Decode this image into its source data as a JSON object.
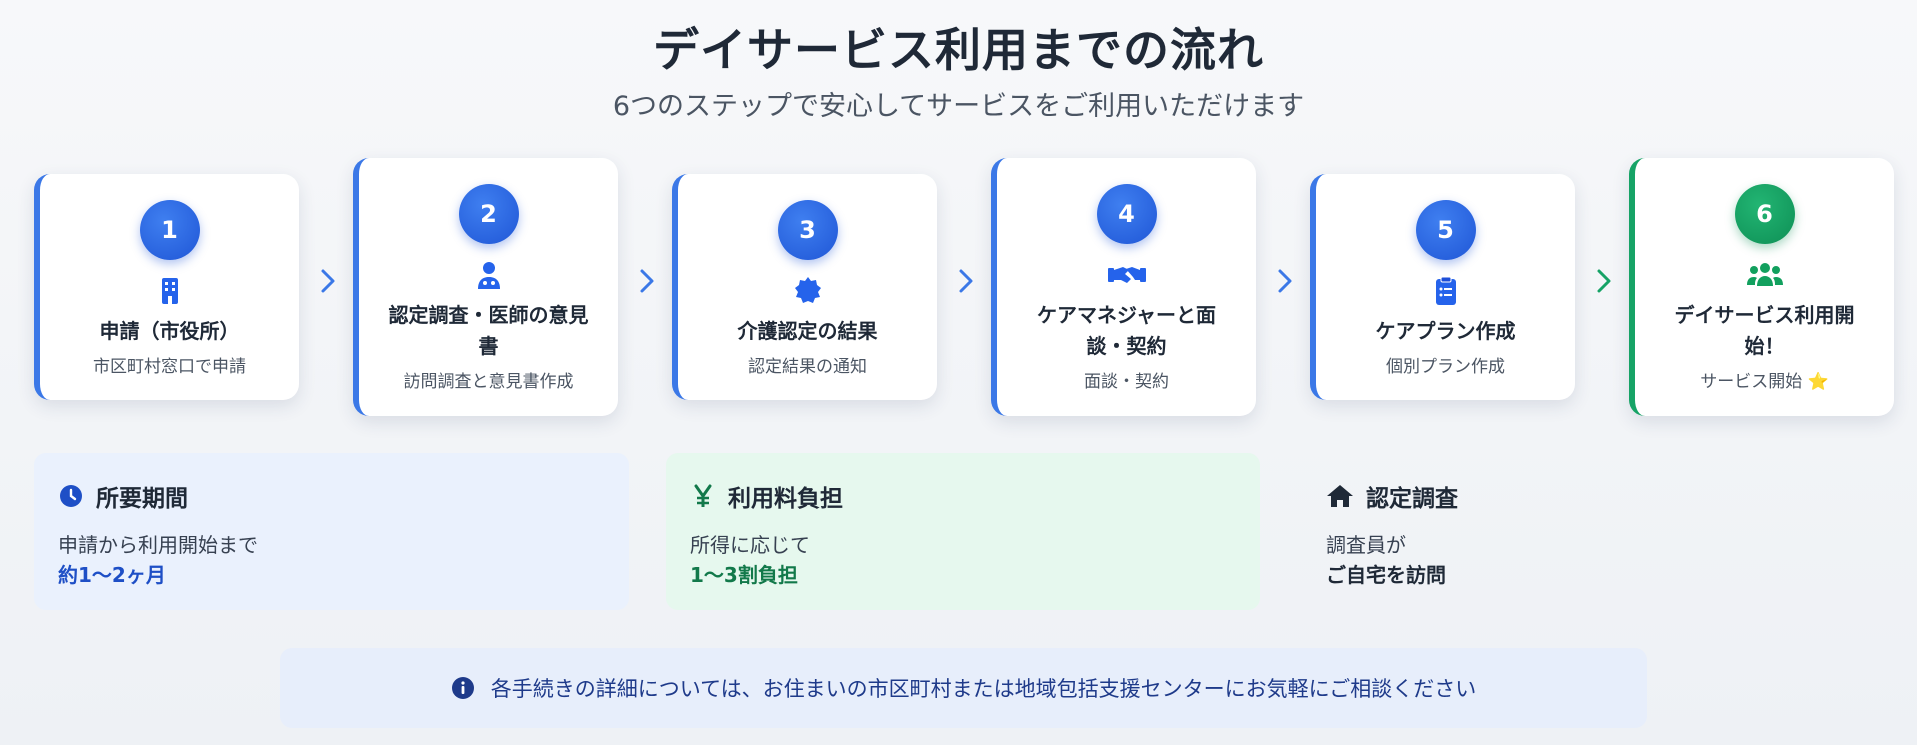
{
  "header": {
    "title": "デイサービス利用までの流れ",
    "subtitle": "6つのステップで安心してサービスをご利用いただけます"
  },
  "steps": [
    {
      "number": "1",
      "label": "申請（市役所）",
      "sub": "市区町村窓口で申請",
      "icon": "building-icon"
    },
    {
      "number": "2",
      "label": "認定調査・医師の意見書",
      "sub": "訪問調査と意見書作成",
      "icon": "doctor-icon"
    },
    {
      "number": "3",
      "label": "介護認定の結果",
      "sub": "認定結果の通知",
      "icon": "certificate-icon"
    },
    {
      "number": "4",
      "label": "ケアマネジャーと面談・契約",
      "sub": "面談・契約",
      "icon": "handshake-icon"
    },
    {
      "number": "5",
      "label": "ケアプラン作成",
      "sub": "個別プラン作成",
      "icon": "clipboard-icon"
    },
    {
      "number": "6",
      "label": "デイサービス利用開始！",
      "sub": "サービス開始 ⭐",
      "icon": "users-icon"
    }
  ],
  "info": {
    "period": {
      "heading": "所要期間",
      "line1": "申請から利用開始まで",
      "line2": "約1〜2ヶ月",
      "icon": "clock-icon"
    },
    "fee": {
      "heading": "利用料負担",
      "line1": "所得に応じて",
      "line2": "1〜3割負担",
      "icon": "yen-icon"
    },
    "survey": {
      "heading": "認定調査",
      "line1": "調査員が",
      "line2": "ご自宅を訪問",
      "icon": "home-icon"
    }
  },
  "notice": {
    "text": "各手続きの詳細については、お住まいの市区町村または地域包括支援センターにお気軽にご相談ください",
    "icon": "info-icon"
  },
  "colors": {
    "accent_blue": "#3b78e7",
    "accent_green": "#16a366",
    "period_bg": "#eaf1fd",
    "fee_bg": "#e6f8ee"
  }
}
